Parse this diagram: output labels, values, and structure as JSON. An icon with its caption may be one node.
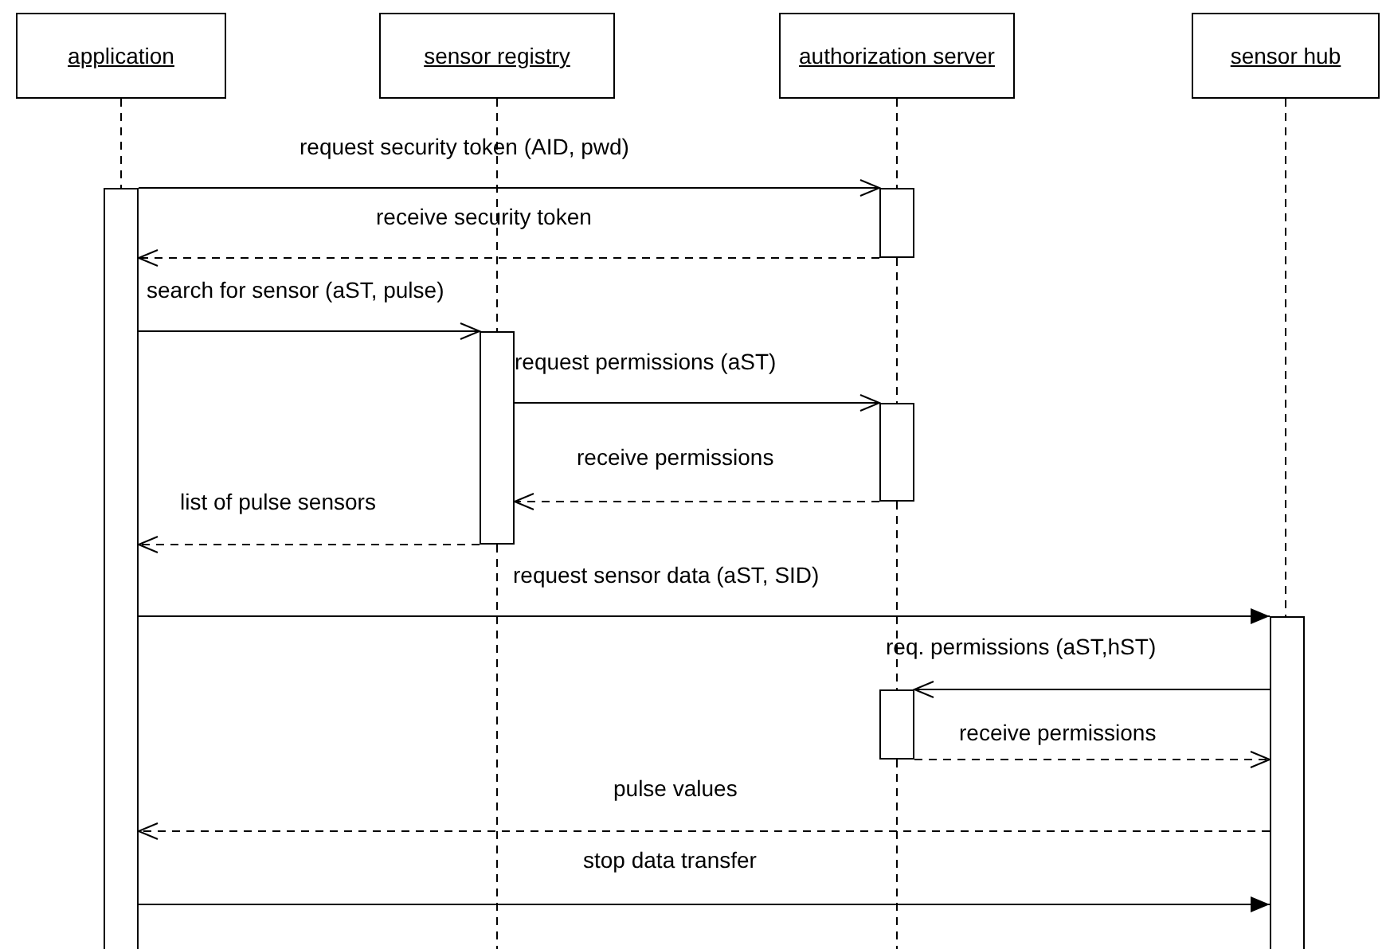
{
  "diagram": {
    "nodes": [
      {
        "text": [
          "application"
        ]
      },
      {
        "text": [
          "sensor registry"
        ]
      },
      {
        "text": [
          "authorization server"
        ]
      },
      {
        "text": [
          "sensor hub"
        ]
      },
      {
        "text": [],
        "shape": "bar"
      },
      {
        "text": [],
        "shape": "bar"
      },
      {
        "text": [],
        "shape": "bar"
      },
      {
        "text": [],
        "shape": "bar"
      },
      {
        "text": [],
        "shape": "bar"
      },
      {
        "text": [],
        "shape": "bar"
      }
    ],
    "edges": [
      {
        "from": 4,
        "to": 5,
        "arrow": "to",
        "label": "request security token (AID, pwd)"
      },
      {
        "from": 5,
        "to": 4,
        "arrow": "to",
        "label": "receive security token",
        "style": "dashed"
      },
      {
        "from": 4,
        "to": 6,
        "arrow": "to",
        "label": "search for sensor (aST, pulse)"
      },
      {
        "from": 6,
        "to": 7,
        "arrow": "to",
        "label": "request permissions (aST)"
      },
      {
        "from": 7,
        "to": 6,
        "arrow": "to",
        "label": "receive permissions",
        "style": "dashed"
      },
      {
        "from": 6,
        "to": 4,
        "arrow": "to",
        "label": "list of pulse sensors",
        "style": "dashed"
      },
      {
        "from": 4,
        "to": 8,
        "arrow": "to",
        "label": "request sensor data (aST, SID)"
      },
      {
        "from": 8,
        "to": 9,
        "arrow": "to",
        "label": "req. permissions (aST,hST)"
      },
      {
        "from": 9,
        "to": 8,
        "arrow": "to",
        "label": "receive permissions",
        "style": "dashed"
      },
      {
        "from": 8,
        "to": 4,
        "arrow": "to",
        "label": "pulse values",
        "style": "dashed"
      },
      {
        "from": 4,
        "to": 8,
        "arrow": "to",
        "label": "stop data transfer"
      },
      {
        "from": 0,
        "to": 4,
        "arrow": "none",
        "style": "dashed"
      },
      {
        "from": 1,
        "to": 6,
        "arrow": "none",
        "style": "dashed"
      },
      {
        "from": 6,
        "to": null,
        "arrow": "none",
        "style": "dashed"
      },
      {
        "from": 2,
        "to": 5,
        "arrow": "none",
        "style": "dashed"
      },
      {
        "from": 5,
        "to": 7,
        "arrow": "none",
        "style": "dashed"
      },
      {
        "from": 7,
        "to": 9,
        "arrow": "none",
        "style": "dashed"
      },
      {
        "from": 9,
        "to": null,
        "arrow": "none",
        "style": "dashed"
      },
      {
        "from": 3,
        "to": 8,
        "arrow": "none",
        "style": "dashed"
      }
    ]
  }
}
